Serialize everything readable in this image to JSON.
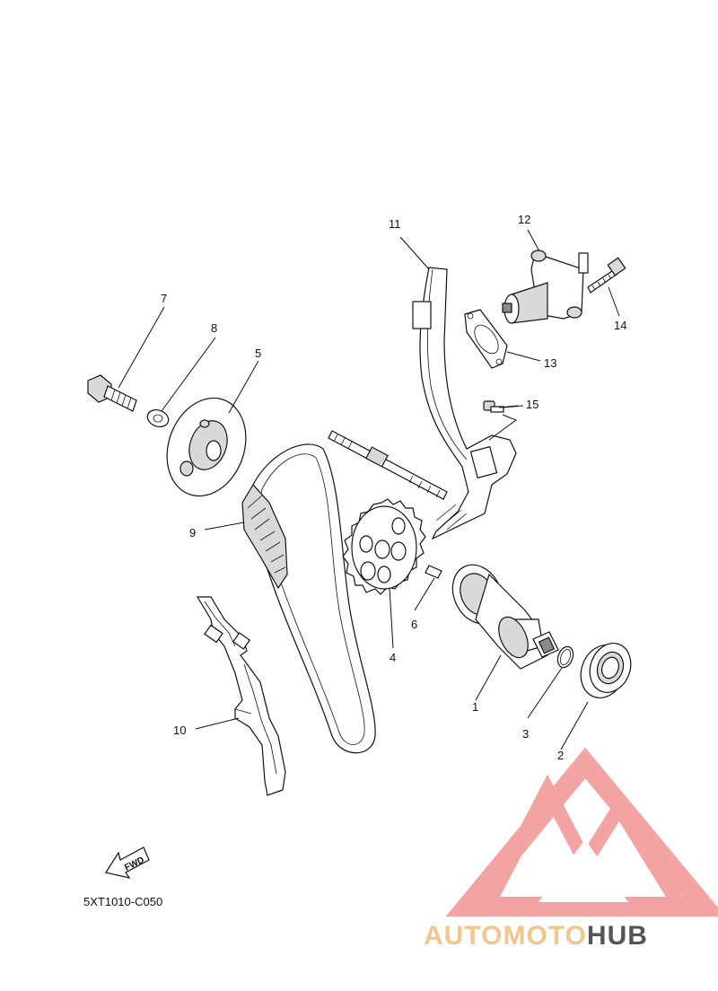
{
  "diagram": {
    "part_code": "5XT1010-C050",
    "direction_label": "FWD",
    "callouts": [
      "1",
      "2",
      "3",
      "4",
      "5",
      "6",
      "7",
      "8",
      "9",
      "10",
      "11",
      "12",
      "13",
      "14",
      "15"
    ]
  },
  "watermark": {
    "brand_part1": "AUTOMOTO",
    "brand_part2": "HUB",
    "color_primary": "#f08a8a",
    "color_secondary": "#f3c68e",
    "color_text_dark": "#555555"
  }
}
